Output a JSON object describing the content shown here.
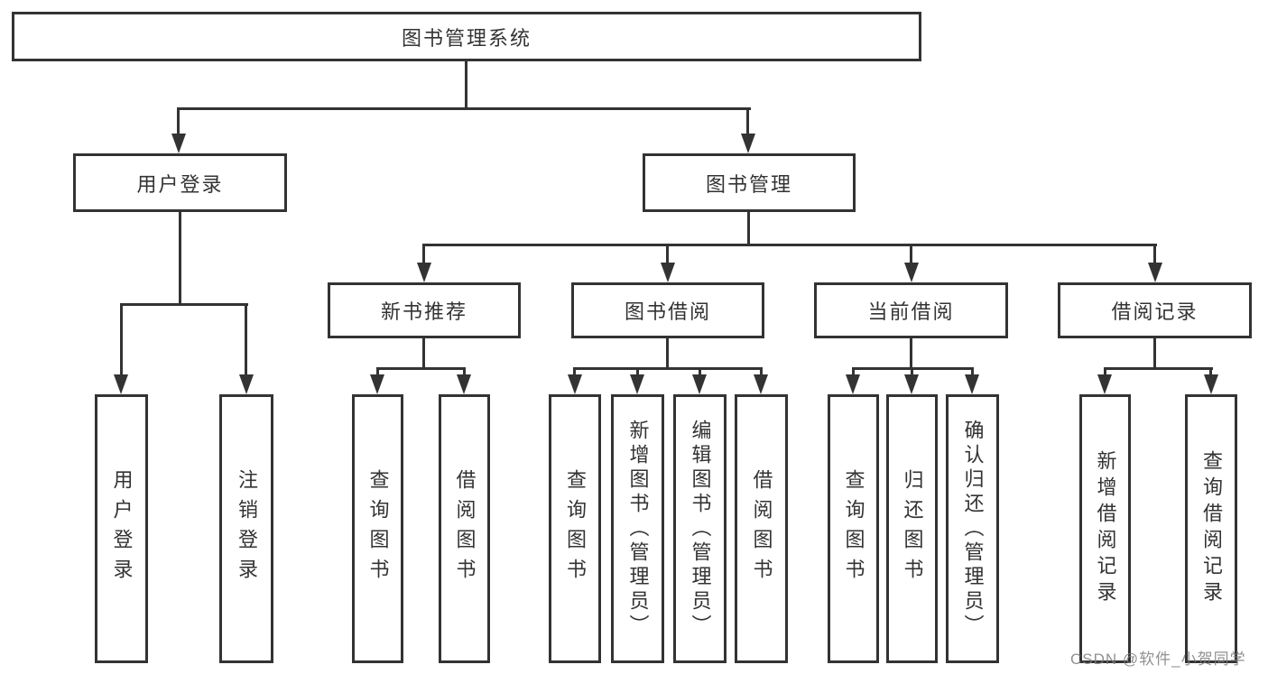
{
  "diagram": {
    "root": {
      "label": "图书管理系统"
    },
    "level1": [
      {
        "label": "用户登录"
      },
      {
        "label": "图书管理"
      }
    ],
    "level2": [
      {
        "label": "新书推荐"
      },
      {
        "label": "图书借阅"
      },
      {
        "label": "当前借阅"
      },
      {
        "label": "借阅记录"
      }
    ],
    "leaves": [
      {
        "label": "用户登录"
      },
      {
        "label": "注销登录"
      },
      {
        "label": "查询图书"
      },
      {
        "label": "借阅图书"
      },
      {
        "label": "查询图书"
      },
      {
        "label": "新增图书（管理员）"
      },
      {
        "label": "编辑图书（管理员）"
      },
      {
        "label": "借阅图书"
      },
      {
        "label": "查询图书"
      },
      {
        "label": "归还图书"
      },
      {
        "label": "确认归还（管理员）"
      },
      {
        "label": "新增借阅记录"
      },
      {
        "label": "查询借阅记录"
      }
    ],
    "watermark": "CSDN @软件_小贺同学",
    "colors": {
      "line": "#333333",
      "text": "#333333",
      "background": "#ffffff",
      "watermark": "#7d7d82"
    }
  }
}
